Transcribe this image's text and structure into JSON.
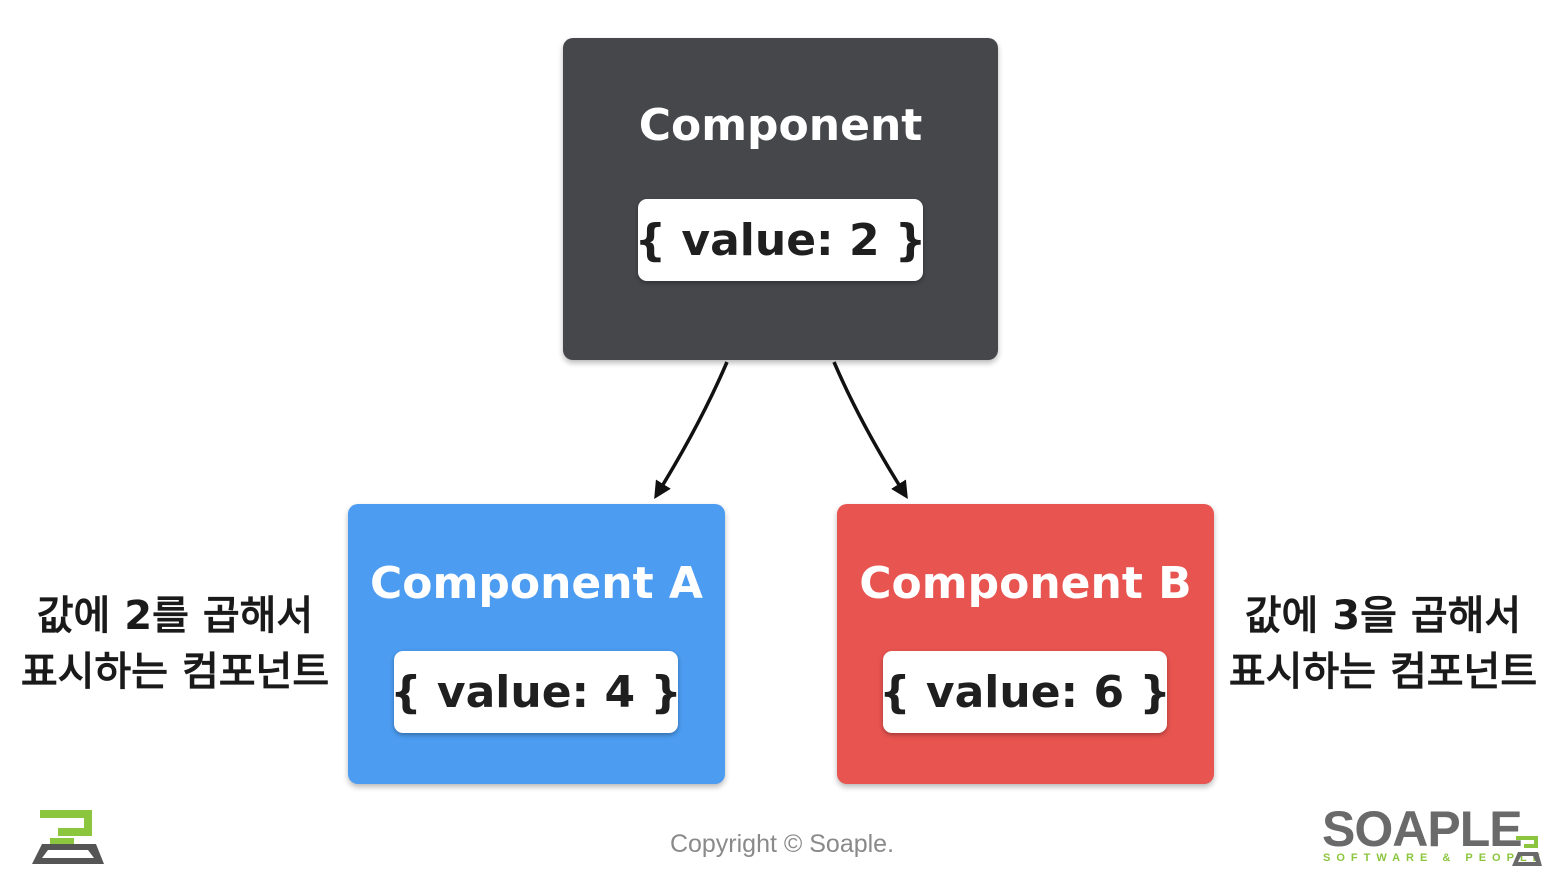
{
  "colors": {
    "parent_box": "#46474b",
    "child_a_box": "#4c9cf1",
    "child_b_box": "#e85450",
    "arrow": "#111111",
    "logo_green": "#8cc63f",
    "logo_dark": "#555555"
  },
  "parent": {
    "title": "Component",
    "value": "{ value: 2 }"
  },
  "child_a": {
    "title": "Component A",
    "value": "{ value: 4 }",
    "description": [
      "값에 2를 곱해서",
      "표시하는 컴포넌트"
    ]
  },
  "child_b": {
    "title": "Component B",
    "value": "{ value: 6 }",
    "description": [
      "값에 3을 곱해서",
      "표시하는 컴포넌트"
    ]
  },
  "footer": {
    "copyright": "Copyright © Soaple.",
    "brand_name": "SOAPLE",
    "brand_tagline": "SOFTWARE & PEOPLE"
  },
  "icons": {
    "left_logo": "soaple-logo-icon",
    "brand_mark": "soaple-mark-icon",
    "connectors": "arrow-icon"
  }
}
